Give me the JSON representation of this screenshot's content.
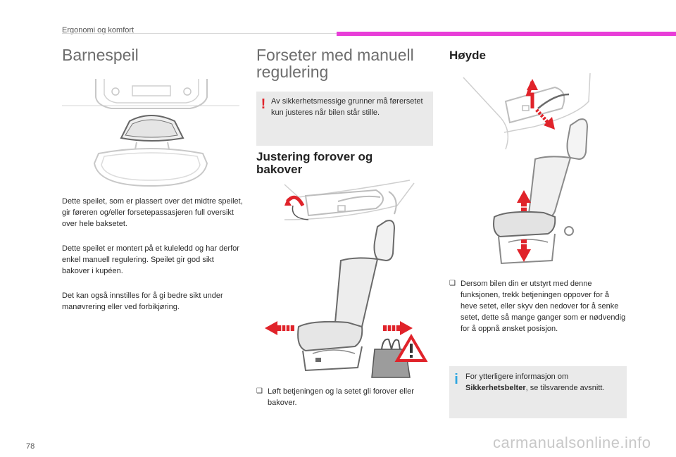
{
  "header": {
    "section": "Ergonomi og komfort"
  },
  "colors": {
    "accent": "#e83dd8",
    "warning": "#e0232a",
    "info": "#2ea6e0",
    "arrow": "#e0232a"
  },
  "column1": {
    "title": "Barnespeil",
    "paragraphs": [
      "Dette speilet, som er plassert over det midtre speilet, gir føreren og/eller forsetepassasjeren full oversikt over hele baksetet.",
      "Dette speilet er montert på et kuleledd og har derfor enkel manuell regulering. Speilet gir god sikt bakover i kupéen.",
      "Det kan også innstilles for å gi bedre sikt under manøvrering eller ved forbikjøring."
    ]
  },
  "column2": {
    "title_line1": "Forseter med manuell",
    "title_line2": "regulering",
    "warning": "Av sikkerhetsmessige grunner må førersetet kun justeres når bilen står stille.",
    "subtitle_line1": "Justering forover og",
    "subtitle_line2": "bakover",
    "bullet": "Løft betjeningen og la setet gli forover eller bakover."
  },
  "column3": {
    "title": "Høyde",
    "bullet": "Dersom bilen din er utstyrt med denne funksjonen, trekk betjeningen oppover for å heve setet, eller skyv den nedover for å senke setet, dette så mange ganger som er nødvendig for å oppnå ønsket posisjon.",
    "info_prefix": "For ytterligere informasjon om ",
    "info_bold": "Sikkerhetsbelter",
    "info_suffix": ", se tilsvarende avsnitt."
  },
  "icons": {
    "bullet": "square-bullet-icon",
    "warning": "exclamation-icon",
    "info": "info-icon"
  },
  "footer": {
    "page_number": "78",
    "watermark": "carmanualsonline.info"
  }
}
